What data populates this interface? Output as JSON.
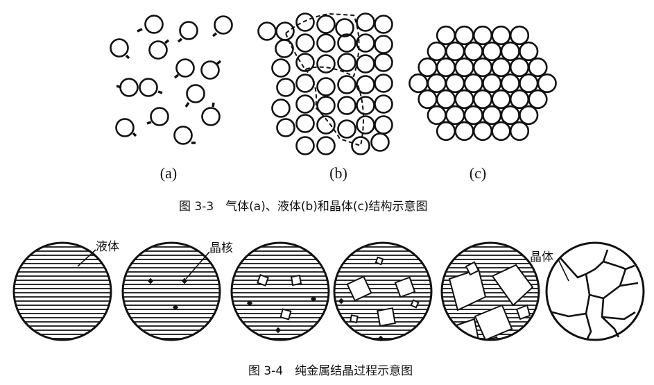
{
  "figure_3_3": {
    "panels": [
      {
        "label": "(a)"
      },
      {
        "label": "(b)"
      },
      {
        "label": "(c)"
      }
    ],
    "caption": "图 3-3　气体(a)、液体(b)和晶体(c)结构示意图"
  },
  "figure_3_4": {
    "annotations": {
      "liquid": "液体",
      "nucleus": "晶核",
      "crystal": "晶体"
    },
    "caption": "图 3-4　纯金属结晶过程示意图"
  },
  "colors": {
    "ink": "#111111",
    "background": "#ffffff"
  }
}
